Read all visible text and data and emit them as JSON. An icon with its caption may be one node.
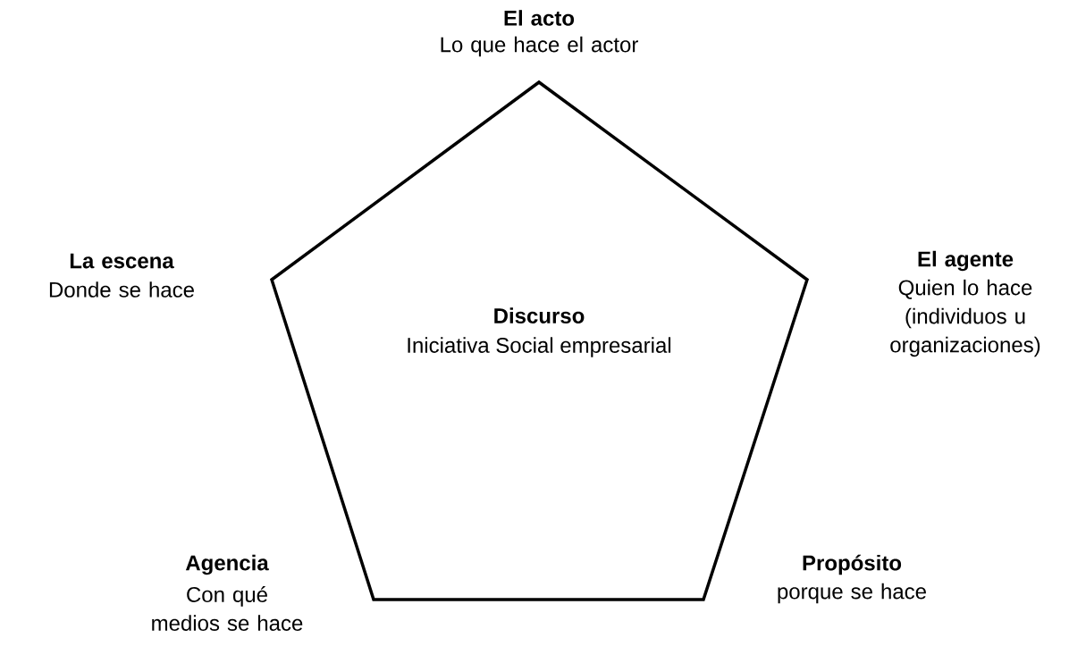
{
  "diagram": {
    "nodes": [
      {
        "text": [
          "Discurso",
          "Iniciativa Social empresarial"
        ]
      }
    ],
    "edges": [],
    "labels": [
      "El acto",
      "Lo que hace el actor",
      "La escena",
      "Donde se hace",
      "El agente",
      "Quien lo hace (individuos u organizaciones)",
      "Agencia",
      "Con qué medios se hace",
      "Propósito",
      "porque se hace"
    ]
  }
}
